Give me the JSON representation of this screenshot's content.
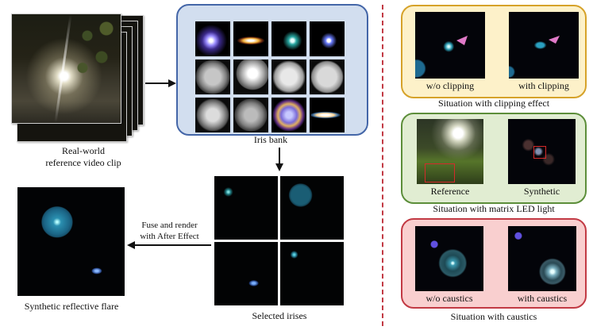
{
  "left": {
    "reference_label_line1": "Real-world",
    "reference_label_line2": "reference video clip"
  },
  "iris_bank": {
    "label": "Iris bank"
  },
  "selected": {
    "label": "Selected irises"
  },
  "fuse": {
    "label_line1": "Fuse and render",
    "label_line2": "with  After Effect"
  },
  "synthetic": {
    "label": "Synthetic reflective flare"
  },
  "panels": {
    "clipping": {
      "left_caption": "w/o clipping",
      "right_caption": "with clipping",
      "title": "Situation with clipping effect",
      "color": "#d6a229"
    },
    "matrix": {
      "left_caption": "Reference",
      "right_caption": "Synthetic",
      "title": "Situation with matrix LED light",
      "color": "#5c8e3a"
    },
    "caustics": {
      "left_caption": "w/o caustics",
      "right_caption": "with caustics",
      "title": "Situation with caustics",
      "color": "#c23a44"
    }
  },
  "colors": {
    "bank_fill": "#d2deef",
    "bank_border": "#4466a8",
    "divider": "#c23a44"
  }
}
